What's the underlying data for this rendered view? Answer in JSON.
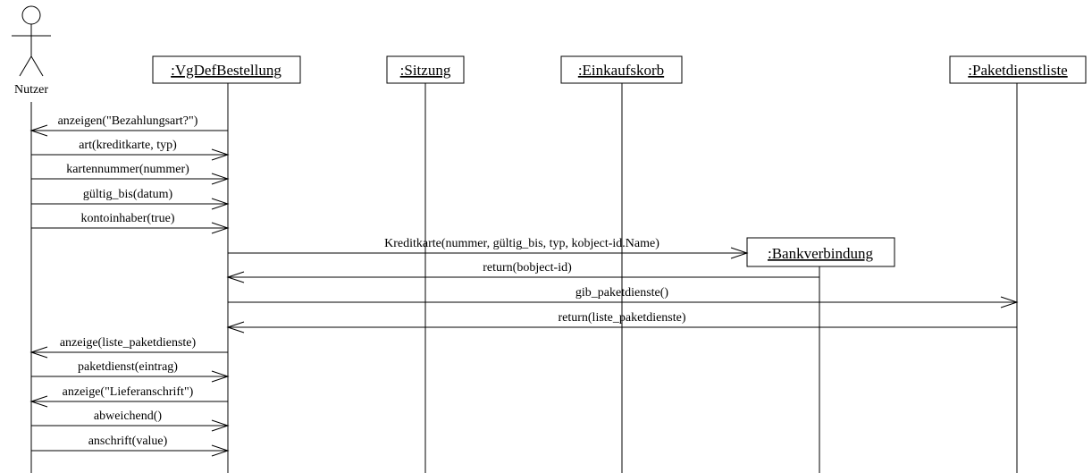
{
  "actor": {
    "name": "Nutzer"
  },
  "objects": [
    {
      "id": "vgdef",
      "label": ":VgDefBestellung"
    },
    {
      "id": "sitzung",
      "label": ":Sitzung"
    },
    {
      "id": "korb",
      "label": ":Einkaufskorb"
    },
    {
      "id": "bank",
      "label": ":Bankverbindung"
    },
    {
      "id": "paket",
      "label": ":Paketdienstliste"
    }
  ],
  "messages": [
    {
      "from": "vgdef",
      "to": "nutzer",
      "label": "anzeigen(\"Bezahlungsart?\")"
    },
    {
      "from": "nutzer",
      "to": "vgdef",
      "label": "art(kreditkarte, typ)"
    },
    {
      "from": "nutzer",
      "to": "vgdef",
      "label": "kartennummer(nummer)"
    },
    {
      "from": "nutzer",
      "to": "vgdef",
      "label": "gültig_bis(datum)"
    },
    {
      "from": "nutzer",
      "to": "vgdef",
      "label": "kontoinhaber(true)"
    },
    {
      "from": "vgdef",
      "to": "bank",
      "label": "Kreditkarte(nummer, gültig_bis, typ, kobject-id.Name)",
      "create": true
    },
    {
      "from": "bank",
      "to": "vgdef",
      "label": "return(bobject-id)"
    },
    {
      "from": "vgdef",
      "to": "paket",
      "label": "gib_paketdienste()"
    },
    {
      "from": "paket",
      "to": "vgdef",
      "label": "return(liste_paketdienste)"
    },
    {
      "from": "vgdef",
      "to": "nutzer",
      "label": "anzeige(liste_paketdienste)"
    },
    {
      "from": "nutzer",
      "to": "vgdef",
      "label": "paketdienst(eintrag)"
    },
    {
      "from": "vgdef",
      "to": "nutzer",
      "label": "anzeige(\"Lieferanschrift\")"
    },
    {
      "from": "nutzer",
      "to": "vgdef",
      "label": "abweichend()"
    },
    {
      "from": "nutzer",
      "to": "vgdef",
      "label": "anschrift(value)"
    }
  ]
}
